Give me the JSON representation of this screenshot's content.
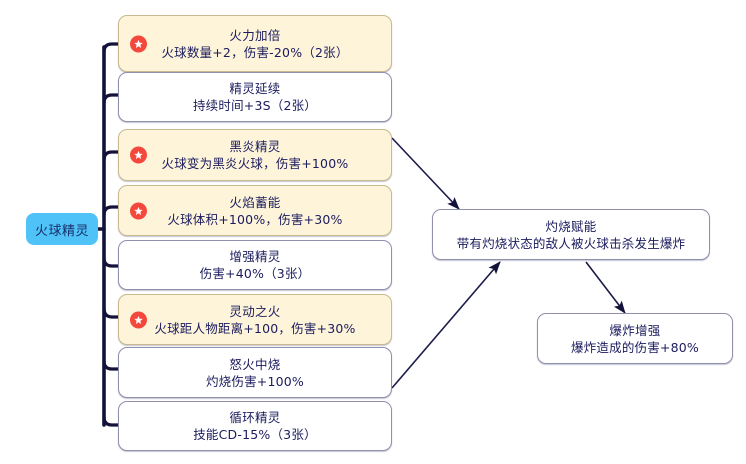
{
  "diagram": {
    "type": "skill-tree-mindmap",
    "root": {
      "label": "火球精灵",
      "color": "#4fc3f7"
    },
    "colors": {
      "highlight_fill": "#fdf4da",
      "plain_fill": "#ffffff",
      "badge": "#f4483c",
      "stroke": "#8f8fae",
      "trunk": "#12123a",
      "text": "#1b1b5e"
    },
    "branch_nodes": [
      {
        "title": "火力加倍",
        "desc": "火球数量+2，伤害-20%（2张）",
        "starred": true,
        "highlight": true
      },
      {
        "title": "精灵延续",
        "desc": "持续时间+3S（2张）",
        "starred": false,
        "highlight": false
      },
      {
        "title": "黑炎精灵",
        "desc": "火球变为黑炎火球，伤害+100%",
        "starred": true,
        "highlight": true
      },
      {
        "title": "火焰蓄能",
        "desc": "火球体积+100%，伤害+30%",
        "starred": true,
        "highlight": true
      },
      {
        "title": "增强精灵",
        "desc": "伤害+40%（3张）",
        "starred": false,
        "highlight": false
      },
      {
        "title": "灵动之火",
        "desc": "火球距人物距离+100，伤害+30%",
        "starred": true,
        "highlight": true
      },
      {
        "title": "怒火中烧",
        "desc": "灼烧伤害+100%",
        "starred": false,
        "highlight": false
      },
      {
        "title": "循环精灵",
        "desc": "技能CD-15%（3张）",
        "starred": false,
        "highlight": false
      }
    ],
    "result_nodes": [
      {
        "title": "灼烧赋能",
        "desc": "带有灼烧状态的敌人被火球击杀发生爆炸"
      },
      {
        "title": "爆炸增强",
        "desc": "爆炸造成的伤害+80%"
      }
    ],
    "arrows": [
      {
        "from": "黑炎精灵",
        "to": "灼烧赋能"
      },
      {
        "from": "怒火中烧",
        "to": "灼烧赋能"
      },
      {
        "from": "灼烧赋能",
        "to": "爆炸增强"
      }
    ],
    "star_icon": "star-icon"
  }
}
